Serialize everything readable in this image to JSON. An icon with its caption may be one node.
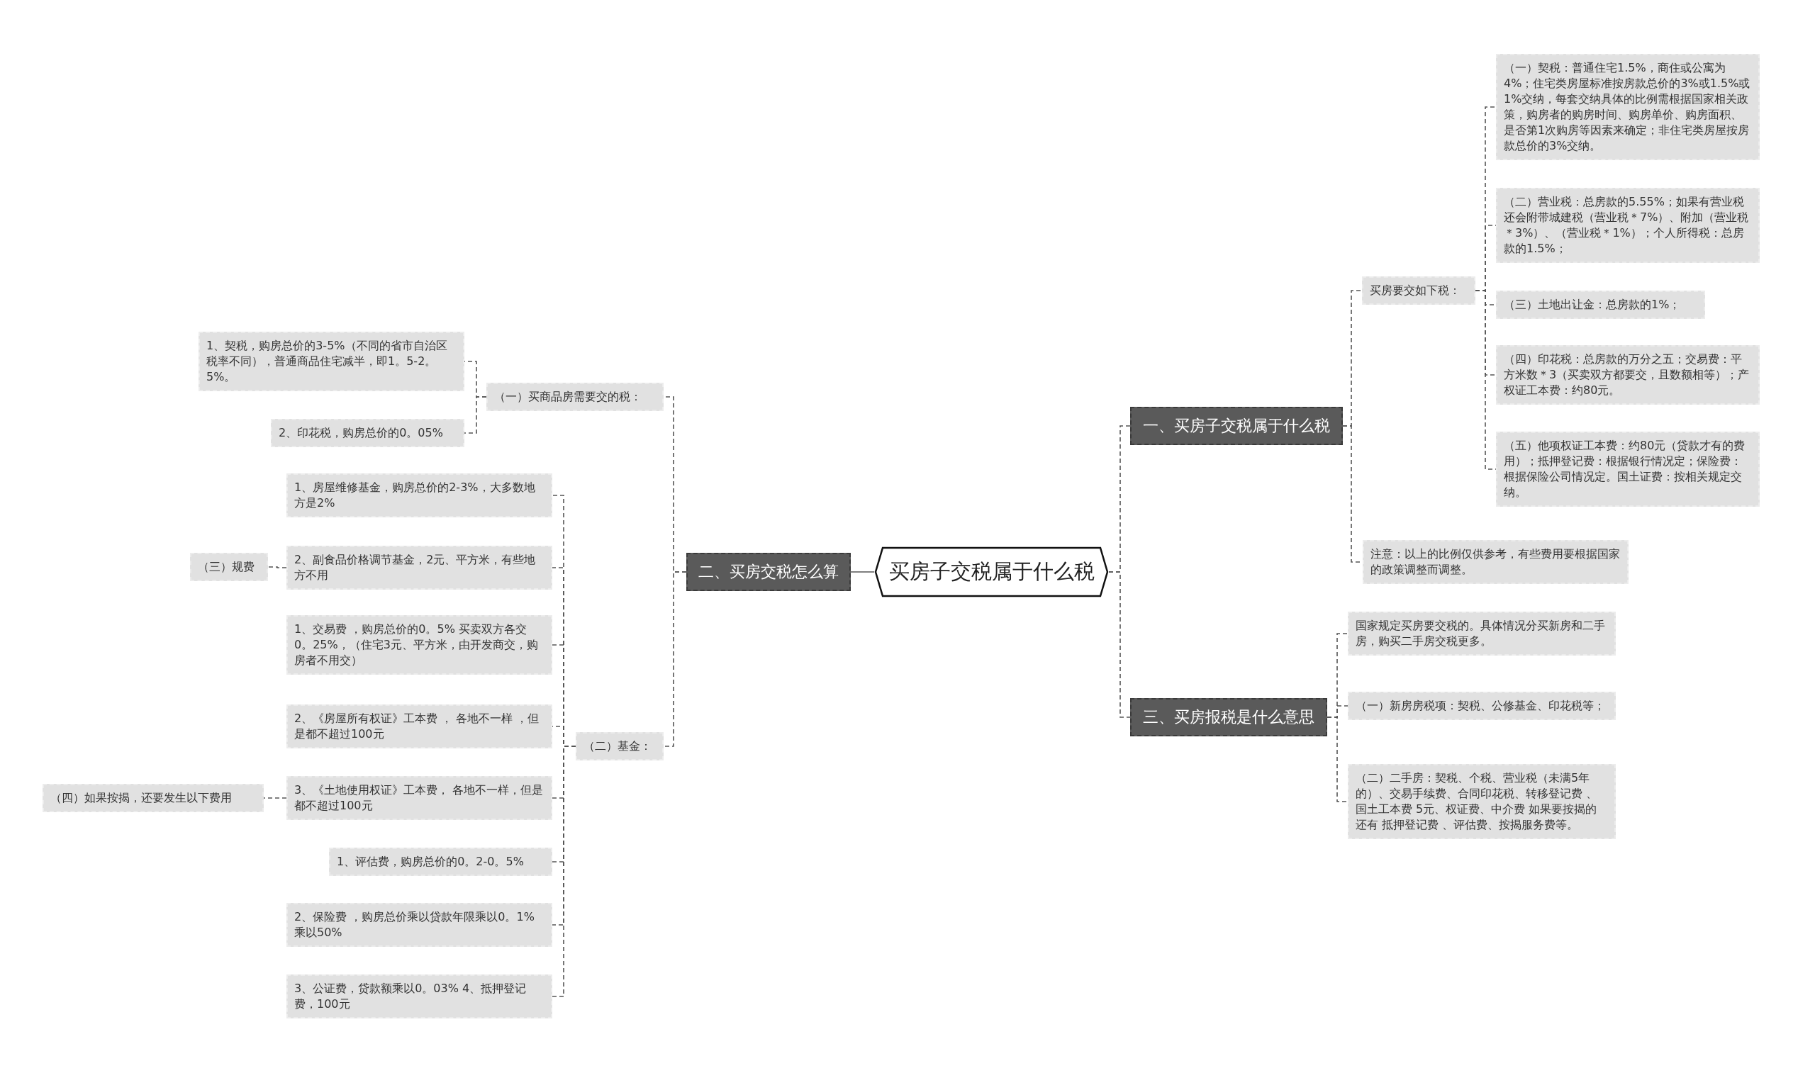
{
  "diagram": {
    "nodes": [
      {
        "text": [
          "买房子交税属于什么税"
        ]
      },
      {
        "text": [
          "一、买房子交税属于什么税"
        ]
      },
      {
        "text": [
          "买房要交如下税："
        ]
      },
      {
        "text": [
          "（一）契税：普通住宅1.5%，商住或公寓为4%；住宅类房屋标准按房款总价的3%或1.5%或1%交纳，每套交纳具体的比例需根据国家相关政策，购房者的购房时间、购房单价、购房面积、是否第1次购房等因素来确定；非住宅类房屋按房款总价的3%交纳。"
        ]
      },
      {
        "text": [
          "（二）营业税：总房款的5.55%；如果有营业税还会附带城建税（营业税＊7%）、附加（营业税＊3%）、（营业税＊1%）；个人所得税：总房款的1.5%；"
        ]
      },
      {
        "text": [
          "（三）土地出让金：总房款的1%；"
        ]
      },
      {
        "text": [
          "（四）印花税：总房款的万分之五；交易费：平方米数＊3（买卖双方都要交，且数额相等）；产权证工本费：约80元。"
        ]
      },
      {
        "text": [
          "（五）他项权证工本费：约80元（贷款才有的费用）；抵押登记费：根据银行情况定；保险费：根据保险公司情况定。国土证费：按相关规定交纳。"
        ]
      },
      {
        "text": [
          "注意：以上的比例仅供参考，有些费用要根据国家的政策调整而调整。"
        ]
      },
      {
        "text": [
          "三、买房报税是什么意思"
        ]
      },
      {
        "text": [
          "国家规定买房要交税的。具体情况分买新房和二手房，购买二手房交税更多。"
        ]
      },
      {
        "text": [
          "（一）新房房税项：契税、公修基金、印花税等；"
        ]
      },
      {
        "text": [
          "（二）二手房：契税、个税、营业税（未满5年的）、交易手续费、合同印花税、转移登记费 、国土工本费 5元、权证费、中介费 如果要按揭的还有 抵押登记费 、评估费、按揭服务费等。"
        ]
      },
      {
        "text": [
          "二、买房交税怎么算"
        ]
      },
      {
        "text": [
          "（一）买商品房需要交的税："
        ]
      },
      {
        "text": [
          "1、契税，购房总价的3-5%（不同的省市自治区税率不同），普通商品住宅减半，即1。5-2。5%。"
        ]
      },
      {
        "text": [
          "2、印花税，购房总价的0。05%"
        ]
      },
      {
        "text": [
          "（二）基金："
        ]
      },
      {
        "text": [
          "1、房屋维修基金，购房总价的2-3%，大多数地方是2%"
        ]
      },
      {
        "text": [
          "2、副食品价格调节基金，2元、平方米，有些地方不用"
        ]
      },
      {
        "text": [
          "（三）规费"
        ]
      },
      {
        "text": [
          "1、交易费 ，购房总价的0。5% 买卖双方各交0。25%，（住宅3元、平方米，由开发商交，购房者不用交）"
        ]
      },
      {
        "text": [
          "2、《房屋所有权证》工本费 ， 各地不一样 ，但是都不超过100元"
        ]
      },
      {
        "text": [
          "3、《土地使用权证》工本费， 各地不一样，但是都不超过100元"
        ]
      },
      {
        "text": [
          "（四）如果按揭，还要发生以下费用"
        ]
      },
      {
        "text": [
          "1、评估费，购房总价的0。2-0。5%"
        ]
      },
      {
        "text": [
          "2、保险费 ，购房总价乘以贷款年限乘以0。1%乘以50%"
        ]
      },
      {
        "text": [
          "3、公证费，贷款额乘以0。03% 4、抵押登记费，100元"
        ]
      }
    ],
    "edges": [
      {
        "from": 0,
        "to": 1,
        "arrow": "none",
        "style": "dashed"
      },
      {
        "from": 1,
        "to": 2,
        "arrow": "none",
        "style": "dashed"
      },
      {
        "from": 2,
        "to": 3,
        "arrow": "none",
        "style": "dashed"
      },
      {
        "from": 2,
        "to": 4,
        "arrow": "none",
        "style": "dashed"
      },
      {
        "from": 2,
        "to": 5,
        "arrow": "none",
        "style": "dashed"
      },
      {
        "from": 2,
        "to": 6,
        "arrow": "none",
        "style": "dashed"
      },
      {
        "from": 2,
        "to": 7,
        "arrow": "none",
        "style": "dashed"
      },
      {
        "from": 1,
        "to": 8,
        "arrow": "none",
        "style": "dashed"
      },
      {
        "from": 0,
        "to": 9,
        "arrow": "none",
        "style": "dashed"
      },
      {
        "from": 9,
        "to": 10,
        "arrow": "none",
        "style": "dashed"
      },
      {
        "from": 9,
        "to": 11,
        "arrow": "none",
        "style": "dashed"
      },
      {
        "from": 9,
        "to": 12,
        "arrow": "none",
        "style": "dashed"
      },
      {
        "from": 0,
        "to": 13,
        "arrow": "none"
      },
      {
        "from": 13,
        "to": 14,
        "arrow": "none",
        "style": "dashed"
      },
      {
        "from": 14,
        "to": 15,
        "arrow": "none",
        "style": "dashed"
      },
      {
        "from": 14,
        "to": 16,
        "arrow": "none",
        "style": "dashed"
      },
      {
        "from": 13,
        "to": 17,
        "arrow": "none",
        "style": "dashed"
      },
      {
        "from": 17,
        "to": 18,
        "arrow": "none",
        "style": "dashed"
      },
      {
        "from": 17,
        "to": 19,
        "arrow": "none",
        "style": "dashed"
      },
      {
        "from": 19,
        "to": 20,
        "arrow": "none",
        "style": "dashed"
      },
      {
        "from": 17,
        "to": 21,
        "arrow": "none",
        "style": "dashed"
      },
      {
        "from": 17,
        "to": 22,
        "arrow": "none",
        "style": "dashed"
      },
      {
        "from": 17,
        "to": 23,
        "arrow": "none",
        "style": "dashed"
      },
      {
        "from": 23,
        "to": 24,
        "arrow": "none",
        "style": "dashed"
      },
      {
        "from": 17,
        "to": 25,
        "arrow": "none",
        "style": "dashed"
      },
      {
        "from": 17,
        "to": 26,
        "arrow": "none",
        "style": "dashed"
      },
      {
        "from": 17,
        "to": 27,
        "arrow": "none",
        "style": "dashed"
      }
    ]
  }
}
